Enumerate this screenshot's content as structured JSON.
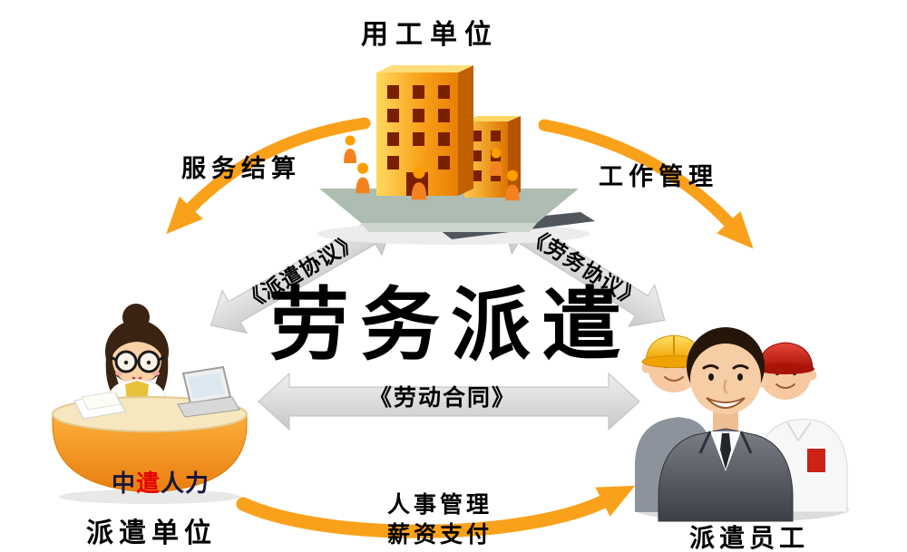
{
  "diagram": {
    "center_title": "劳务派遣",
    "nodes": {
      "employer": {
        "label": "用工单位"
      },
      "dispatch_unit": {
        "label": "派遣单位"
      },
      "dispatched_employees": {
        "label": "派遣员工"
      }
    },
    "desk_sign": {
      "part1": "中",
      "part2": "遣",
      "part3": "人力"
    },
    "edges": {
      "service_settlement": {
        "label": "服务结算"
      },
      "work_management": {
        "label": "工作管理"
      },
      "dispatch_agreement": {
        "label": "《派遣协议》"
      },
      "labor_service_agreement": {
        "label": "《劳务协议》"
      },
      "labor_contract": {
        "label": "《劳动合同》"
      },
      "personnel_management": {
        "label": "人事管理"
      },
      "salary_payment": {
        "label": "薪资支付"
      }
    },
    "colors": {
      "arrow_orange": "#F9A11B",
      "arrow_gray": "#DADADA",
      "building_orange": "#F9A11B",
      "desk_orange": "#F7941E",
      "hard_hat_yellow": "#FFC20E",
      "cap_red": "#C8281A",
      "sign_red": "#E60000",
      "text_black": "#000000"
    }
  }
}
